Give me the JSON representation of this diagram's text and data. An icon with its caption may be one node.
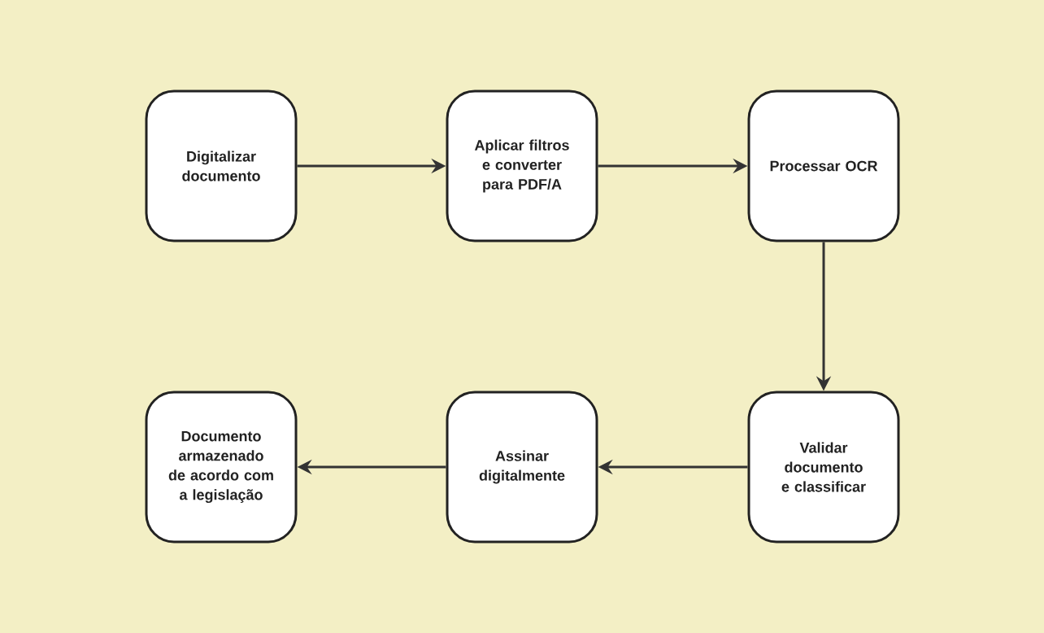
{
  "diagram": {
    "nodes": [
      {
        "text": [
          "Digitalizar documento"
        ]
      },
      {
        "text": [
          "Aplicar filtros e converter para PDF/A"
        ]
      },
      {
        "text": [
          "Processar OCR"
        ]
      },
      {
        "text": [
          "Validar documento e classificar"
        ]
      },
      {
        "text": [
          "Assinar digitalmente"
        ]
      },
      {
        "text": [
          "Documento armazenado de acordo com a legislação"
        ]
      }
    ],
    "edges": [
      {
        "from": 0,
        "to": 1,
        "arrow": "to"
      },
      {
        "from": 1,
        "to": 2,
        "arrow": "to"
      },
      {
        "from": 2,
        "to": 3,
        "arrow": "to"
      },
      {
        "from": 3,
        "to": 4,
        "arrow": "to"
      },
      {
        "from": 4,
        "to": 5,
        "arrow": "to"
      }
    ]
  }
}
